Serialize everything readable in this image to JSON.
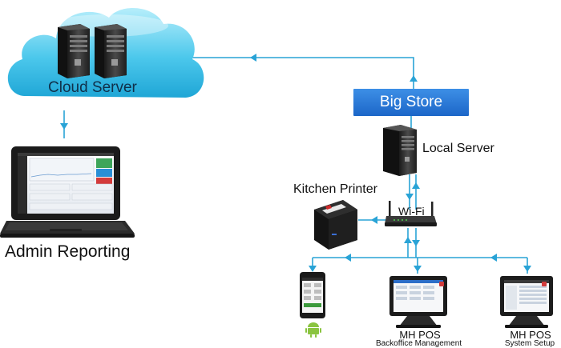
{
  "nodes": {
    "cloud_server": "Cloud Server",
    "big_store": "Big Store",
    "local_server": "Local Server",
    "kitchen_printer": "Kitchen Printer",
    "wifi": "Wi-Fi",
    "admin_reporting": "Admin Reporting",
    "pos_backoffice": {
      "title": "MH POS",
      "subtitle": "Backoffice Management"
    },
    "pos_setup": {
      "title": "MH POS",
      "subtitle": "System Setup"
    }
  },
  "colors": {
    "cloud": "#4cc8ec",
    "cloud_light": "#a8e8f8",
    "connector": "#29a3d6",
    "big_store_box": "#2576d8",
    "server_dark": "#2a2a2a"
  },
  "icons": [
    "cloud-icon",
    "server-icon",
    "laptop-icon",
    "printer-icon",
    "router-icon",
    "phone-icon",
    "android-icon",
    "pos-terminal-icon"
  ]
}
